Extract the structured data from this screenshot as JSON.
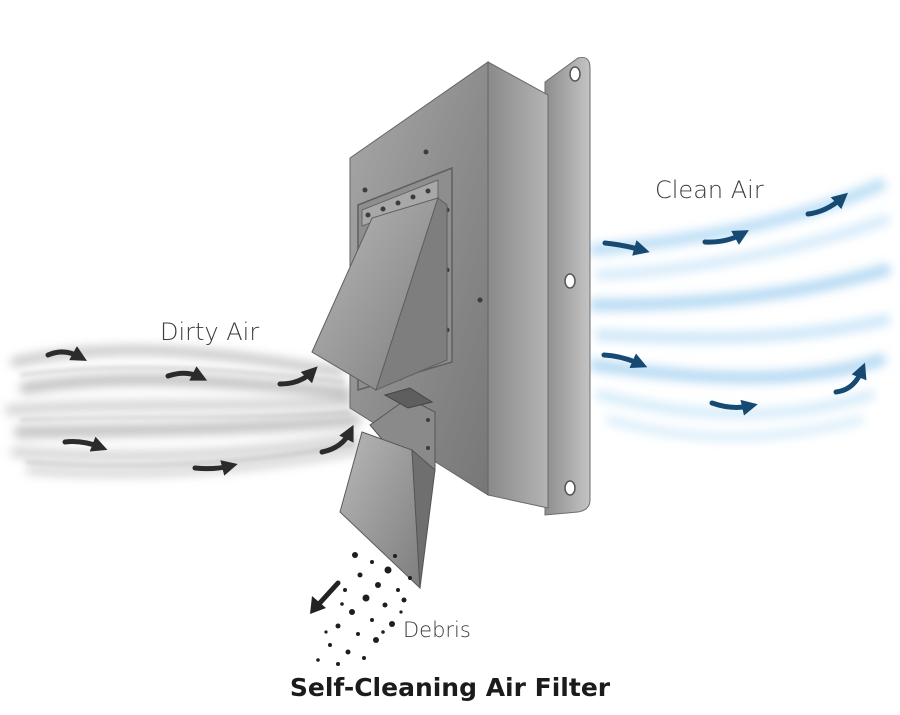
{
  "labels": {
    "dirty_air": "Dirty Air",
    "clean_air": "Clean Air",
    "debris": "Debris"
  },
  "title": "Self-Cleaning Air Filter",
  "colors": {
    "dirty_stream": "#8f8f8f",
    "dirty_arrow": "#2b2b2b",
    "clean_stream": "#8ec5ec",
    "clean_arrow": "#164a73",
    "metal": "#9a9a9a",
    "debris_arrow": "#222222"
  },
  "icons": {
    "dirty_arrow": "curved-arrow-icon",
    "clean_arrow": "curved-arrow-icon",
    "debris_arrow": "diagonal-arrow-icon"
  }
}
